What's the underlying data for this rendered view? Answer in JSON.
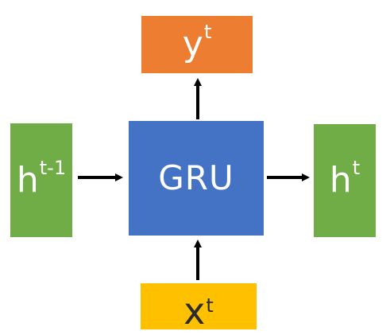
{
  "diagram": {
    "center": {
      "label": "GRU",
      "color": "#4472c4"
    },
    "output": {
      "base": "y",
      "sup": "t",
      "color": "#ed7d31"
    },
    "input": {
      "base": "x",
      "sup": "t",
      "color": "#ffc000"
    },
    "prev_state": {
      "base": "h",
      "sup": "t-1",
      "color": "#70ad47"
    },
    "next_state": {
      "base": "h",
      "sup": "t",
      "color": "#70ad47"
    },
    "arrow_color": "#000000"
  }
}
